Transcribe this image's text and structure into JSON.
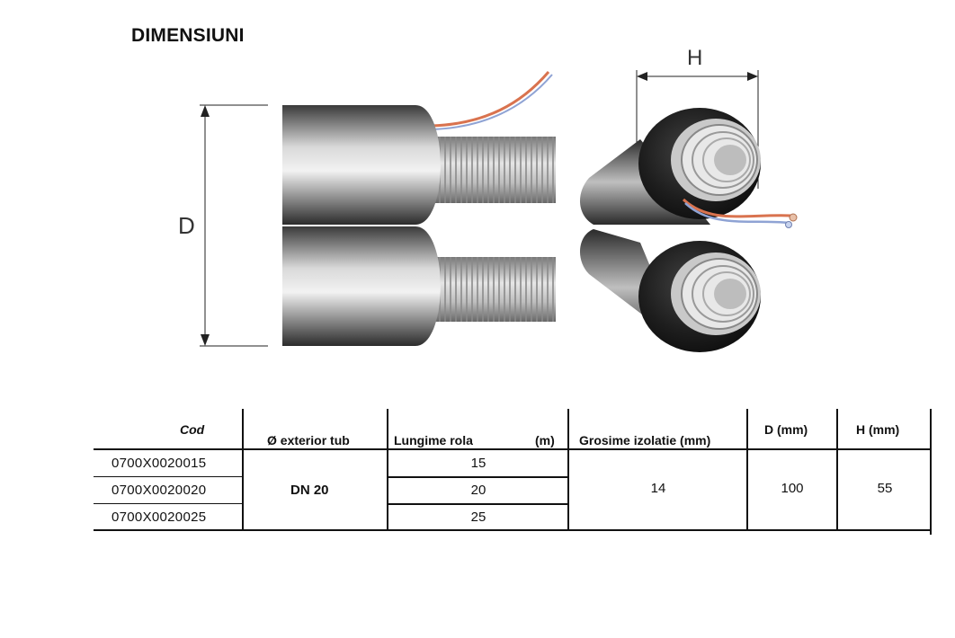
{
  "heading": "DIMENSIUNI",
  "figure": {
    "label_d": "D",
    "label_h": "H"
  },
  "table": {
    "headers": {
      "cod": "Cod",
      "exterior": "Ø exterior tub",
      "lungime": "Lungime rola",
      "lungime_unit": "(m)",
      "grosime": "Grosime izolatie (mm)",
      "d": "D (mm)",
      "h": "H (mm)"
    },
    "rows": [
      {
        "cod": "0700X0020015",
        "lungime": "15"
      },
      {
        "cod": "0700X0020020",
        "lungime": "20"
      },
      {
        "cod": "0700X0020025",
        "lungime": "25"
      }
    ],
    "exterior_value": "DN 20",
    "grosime_value": "14",
    "d_value": "100",
    "h_value": "55"
  }
}
